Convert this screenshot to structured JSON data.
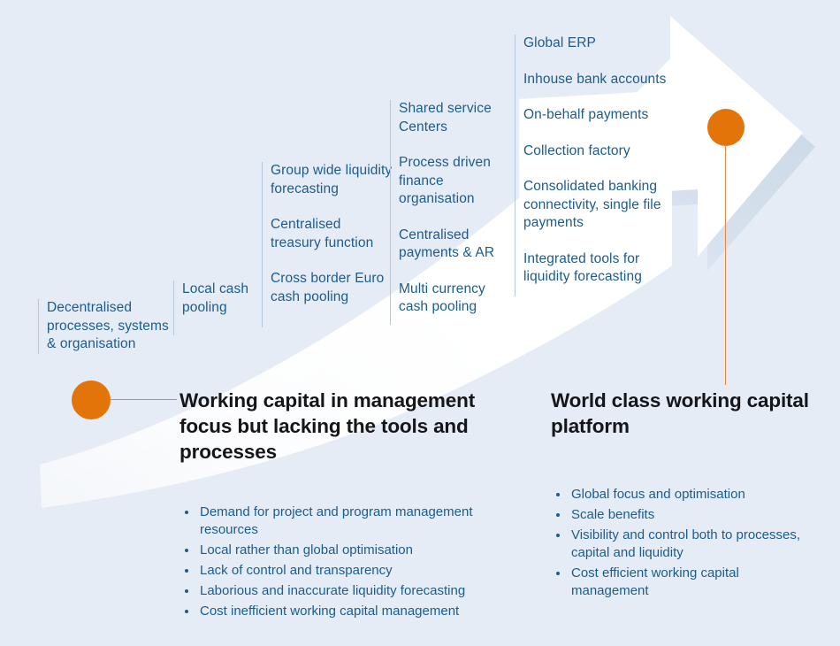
{
  "theme": {
    "background": "#e6ecf5",
    "arrow_fill": "#ffffff",
    "arrow_shadow": "#c5d4e4",
    "text_blue": "#1c5c8c",
    "heading_black": "#15161a",
    "accent_orange": "#e3740a",
    "leader_line": "#e0894a",
    "rule_blue": "#b4c8dd"
  },
  "diagram": {
    "type": "maturity-arrow",
    "stages": [
      {
        "id": "stage-1",
        "items": [
          "Decentralised processes, systems & organisation"
        ]
      },
      {
        "id": "stage-2",
        "items": [
          "Local cash pooling"
        ]
      },
      {
        "id": "stage-3",
        "items": [
          "Group wide liquidity forecasting",
          "Centralised treasury function",
          "Cross border Euro cash pooling"
        ]
      },
      {
        "id": "stage-4",
        "items": [
          "Shared service Centers",
          "Process driven finance organisation",
          "Centralised payments & AR",
          "Multi currency cash pooling"
        ]
      },
      {
        "id": "stage-5",
        "items": [
          "Global ERP",
          "Inhouse bank accounts",
          "On-behalf payments",
          "Collection factory",
          "Consolidated banking connectivity, single file payments",
          "Integrated tools for liquidity forecasting"
        ]
      }
    ]
  },
  "panels": {
    "left": {
      "title": "Working capital in management focus but lacking the tools and processes",
      "bullets": [
        "Demand for project and program management resources",
        "Local rather than global optimisation",
        "Lack of control and transparency",
        "Laborious and inaccurate liquidity forecasting",
        "Cost inefficient working capital management"
      ]
    },
    "right": {
      "title": "World class working capital platform",
      "bullets": [
        "Global focus and optimisation",
        "Scale benefits",
        "Visibility and control both to processes, capital and liquidity",
        "Cost efficient working capital management"
      ]
    }
  }
}
